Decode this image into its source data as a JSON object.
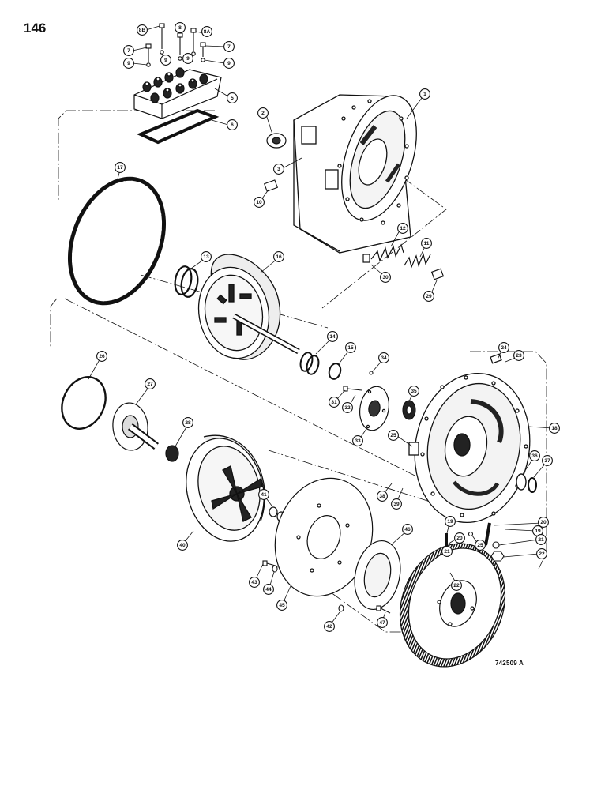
{
  "page": {
    "number": "146",
    "drawing_id": "742509 A"
  },
  "callouts": [
    {
      "id": "c-8b",
      "label": "8B"
    },
    {
      "id": "c-8",
      "label": "8"
    },
    {
      "id": "c-8a",
      "label": "8A"
    },
    {
      "id": "c-7a",
      "label": "7"
    },
    {
      "id": "c-7b",
      "label": "7"
    },
    {
      "id": "c-9a",
      "label": "9"
    },
    {
      "id": "c-9b",
      "label": "9"
    },
    {
      "id": "c-9c",
      "label": "9"
    },
    {
      "id": "c-9d",
      "label": "9"
    },
    {
      "id": "c-5",
      "label": "5"
    },
    {
      "id": "c-6",
      "label": "6"
    },
    {
      "id": "c-1",
      "label": "1"
    },
    {
      "id": "c-2",
      "label": "2"
    },
    {
      "id": "c-3",
      "label": "3"
    },
    {
      "id": "c-10",
      "label": "10"
    },
    {
      "id": "c-12",
      "label": "12"
    },
    {
      "id": "c-11",
      "label": "11"
    },
    {
      "id": "c-30",
      "label": "30"
    },
    {
      "id": "c-29",
      "label": "29"
    },
    {
      "id": "c-17",
      "label": "17"
    },
    {
      "id": "c-13",
      "label": "13"
    },
    {
      "id": "c-16",
      "label": "16"
    },
    {
      "id": "c-14",
      "label": "14"
    },
    {
      "id": "c-15",
      "label": "15"
    },
    {
      "id": "c-34",
      "label": "34"
    },
    {
      "id": "c-24",
      "label": "24"
    },
    {
      "id": "c-23",
      "label": "23"
    },
    {
      "id": "c-26",
      "label": "26"
    },
    {
      "id": "c-27",
      "label": "27"
    },
    {
      "id": "c-31",
      "label": "31"
    },
    {
      "id": "c-32",
      "label": "32"
    },
    {
      "id": "c-35",
      "label": "35"
    },
    {
      "id": "c-18",
      "label": "18"
    },
    {
      "id": "c-28",
      "label": "28"
    },
    {
      "id": "c-33",
      "label": "33"
    },
    {
      "id": "c-25a",
      "label": "25"
    },
    {
      "id": "c-36",
      "label": "36"
    },
    {
      "id": "c-37",
      "label": "37"
    },
    {
      "id": "c-38",
      "label": "38"
    },
    {
      "id": "c-39",
      "label": "39"
    },
    {
      "id": "c-41",
      "label": "41"
    },
    {
      "id": "c-40",
      "label": "40"
    },
    {
      "id": "c-19a",
      "label": "19"
    },
    {
      "id": "c-19b",
      "label": "19"
    },
    {
      "id": "c-20a",
      "label": "20"
    },
    {
      "id": "c-20b",
      "label": "20"
    },
    {
      "id": "c-25b",
      "label": "25"
    },
    {
      "id": "c-21a",
      "label": "21"
    },
    {
      "id": "c-21b",
      "label": "21"
    },
    {
      "id": "c-46",
      "label": "46"
    },
    {
      "id": "c-22a",
      "label": "22"
    },
    {
      "id": "c-22b",
      "label": "22"
    },
    {
      "id": "c-43",
      "label": "43"
    },
    {
      "id": "c-44",
      "label": "44"
    },
    {
      "id": "c-45",
      "label": "45"
    },
    {
      "id": "c-42",
      "label": "42"
    },
    {
      "id": "c-47",
      "label": "47"
    }
  ]
}
